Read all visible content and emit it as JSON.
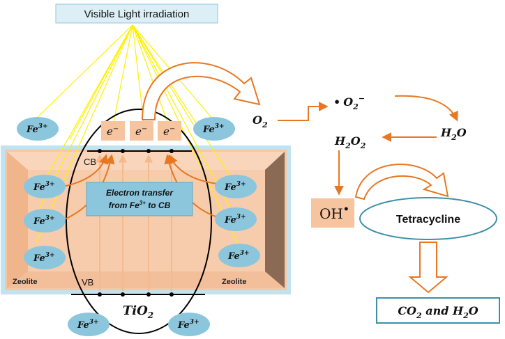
{
  "title": "Visible Light irradiation",
  "fe_ion": {
    "base": "Fe",
    "charge": "3+"
  },
  "electron": {
    "base": "e",
    "charge": "−"
  },
  "band_labels": {
    "cb": "CB",
    "vb": "VB"
  },
  "zeolite": {
    "left": "Zeolite",
    "right": "Zeolite"
  },
  "tio2": {
    "base": "TiO",
    "sub": "2"
  },
  "transfer_box": {
    "line1": "Electron transfer",
    "line2_prefix": "from Fe",
    "line2_sup": "3+",
    "line2_suffix": " to CB"
  },
  "species": {
    "o2": {
      "base": "O",
      "sub": "2"
    },
    "superoxide": {
      "dot": "•",
      "base": "O",
      "sub": "2",
      "sup": "−"
    },
    "h2o": {
      "base": "H",
      "sub": "2",
      "rest": "O"
    },
    "h2o2": {
      "base": "H",
      "sub1": "2",
      "mid": "O",
      "sub2": "2"
    },
    "oh": {
      "base": "OH",
      "sup": "•"
    }
  },
  "tetracycline": "Tetracycline",
  "products": {
    "co2": "CO",
    "sub1": "2",
    "and": " and ",
    "h2o": "H",
    "sub2": "2",
    "o": "O"
  },
  "colors": {
    "accent_orange": "#E87722",
    "pale_orange": "#F7C4A0",
    "fe_blue": "#8CC6DD",
    "box_blue": "#DDEFF7",
    "teal_border": "#3E8FA8"
  }
}
